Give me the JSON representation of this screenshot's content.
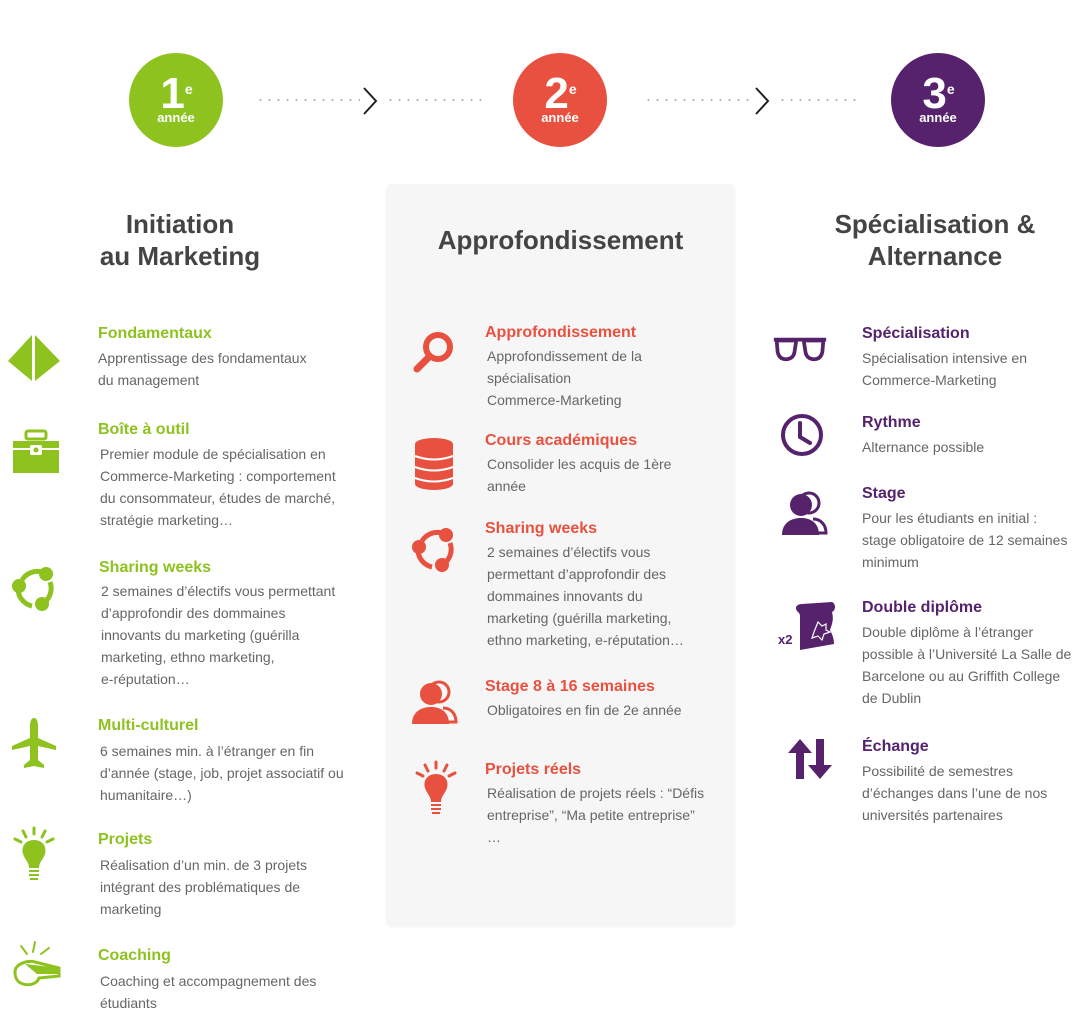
{
  "colors": {
    "year1": "#8dc21f",
    "year2": "#e8513f",
    "year3": "#55226b",
    "panel_bg": "#f6f6f6",
    "heading": "#444444",
    "body_text": "#666666"
  },
  "steps": [
    {
      "number": "1",
      "suffix": "e",
      "label": "année"
    },
    {
      "number": "2",
      "suffix": "e",
      "label": "année"
    },
    {
      "number": "3",
      "suffix": "e",
      "label": "année"
    }
  ],
  "columns": [
    {
      "title_line1": "Initiation",
      "title_line2": "au Marketing",
      "items": [
        {
          "icon": "pyramid-icon",
          "title": "Fondamentaux",
          "desc": [
            "Apprentissage des fondamentaux",
            "du management"
          ]
        },
        {
          "icon": "toolbox-icon",
          "title": "Boîte à outil",
          "desc": [
            "Premier module de spécialisation en",
            "Commerce-Marketing : comportement",
            "du consommateur, études de marché,",
            "stratégie marketing…"
          ]
        },
        {
          "icon": "share-network-icon",
          "title": "Sharing weeks",
          "desc": [
            "2 semaines d’électifs vous permettant",
            "d’approfondir des dommaines",
            "innovants du marketing (guérilla",
            "marketing, ethno marketing,",
            "e-réputation…"
          ]
        },
        {
          "icon": "airplane-icon",
          "title": "Multi-culturel",
          "desc": [
            "6 semaines min. à l’étranger en fin",
            "d’année (stage, job, projet associatif ou",
            "humanitaire…)"
          ]
        },
        {
          "icon": "lightbulb-icon",
          "title": "Projets",
          "desc": [
            "Réalisation d’un min. de 3 projets",
            "intégrant des problématiques de",
            "marketing"
          ]
        },
        {
          "icon": "whistle-icon",
          "title": "Coaching",
          "desc": [
            "Coaching et accompagnement des",
            "étudiants"
          ]
        }
      ]
    },
    {
      "title_line1": "Approfondissement",
      "items": [
        {
          "icon": "magnifier-icon",
          "title": "Approfondissement",
          "desc": [
            "Approfondissement de la",
            "spécialisation",
            "Commerce-Marketing"
          ]
        },
        {
          "icon": "database-icon",
          "title": "Cours académiques",
          "desc": [
            "Consolider les acquis de 1ère",
            "année"
          ]
        },
        {
          "icon": "share-network-icon",
          "title": "Sharing weeks",
          "desc": [
            "2 semaines d’électifs vous",
            "permettant d’approfondir des",
            "dommaines innovants du",
            "marketing (guérilla marketing,",
            "ethno marketing, e-réputation…"
          ]
        },
        {
          "icon": "users-icon",
          "title": "Stage 8 à 16 semaines",
          "desc": [
            "Obligatoires en fin de 2e année"
          ]
        },
        {
          "icon": "lightbulb-icon",
          "title": "Projets réels",
          "desc": [
            "Réalisation de projets réels : “Défis",
            "entreprise”, “Ma petite entreprise”",
            "…"
          ]
        }
      ]
    },
    {
      "title_line1": "Spécialisation &",
      "title_line2": "Alternance",
      "items": [
        {
          "icon": "glasses-icon",
          "title": "Spécialisation",
          "desc": [
            "Spécialisation intensive en",
            "Commerce-Marketing"
          ]
        },
        {
          "icon": "clock-icon",
          "title": "Rythme",
          "desc": [
            "Alternance possible"
          ]
        },
        {
          "icon": "users-icon",
          "title": "Stage",
          "desc": [
            "Pour les étudiants en initial :",
            "stage obligatoire de 12 semaines",
            "minimum"
          ]
        },
        {
          "icon": "diploma-scroll-icon",
          "title": "Double diplôme",
          "badge": "x2",
          "desc": [
            "Double diplôme à l’étranger",
            "possible à l’Université La Salle de",
            "Barcelone ou au Griffith College",
            "de Dublin"
          ]
        },
        {
          "icon": "exchange-arrows-icon",
          "title": "Échange",
          "desc": [
            "Possibilité de semestres",
            "d’échanges dans l’une de nos",
            "universités partenaires"
          ]
        }
      ]
    }
  ]
}
